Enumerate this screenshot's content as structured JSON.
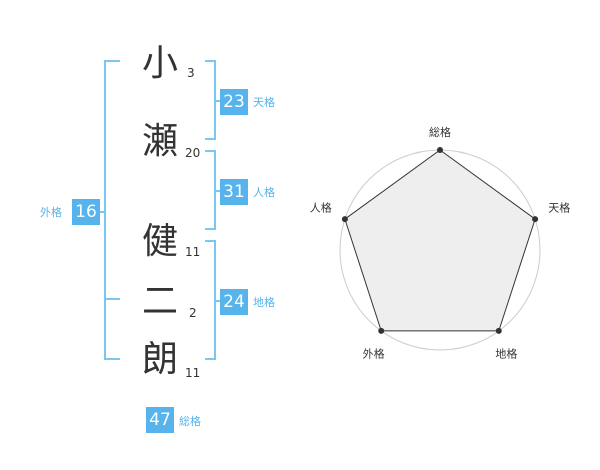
{
  "name_chars": [
    {
      "char": "小",
      "strokes": "3"
    },
    {
      "char": "瀬",
      "strokes": "20"
    },
    {
      "char": "健",
      "strokes": "11"
    },
    {
      "char": "二",
      "strokes": "2"
    },
    {
      "char": "朗",
      "strokes": "11"
    }
  ],
  "kakusu": {
    "tenkaku": {
      "value": "23",
      "label": "天格"
    },
    "jinkaku": {
      "value": "31",
      "label": "人格"
    },
    "chikaku": {
      "value": "24",
      "label": "地格"
    },
    "gaikaku": {
      "value": "16",
      "label": "外格"
    },
    "soukaku": {
      "value": "47",
      "label": "総格"
    }
  },
  "radar": {
    "axes": [
      "総格",
      "天格",
      "地格",
      "外格",
      "人格"
    ],
    "values": [
      1,
      1,
      1,
      1,
      1
    ],
    "max": 1
  },
  "colors": {
    "accent": "#56b3ec",
    "bracket": "#7ac7f2",
    "radar_fill": "#eeeeee",
    "radar_line": "#333333"
  }
}
